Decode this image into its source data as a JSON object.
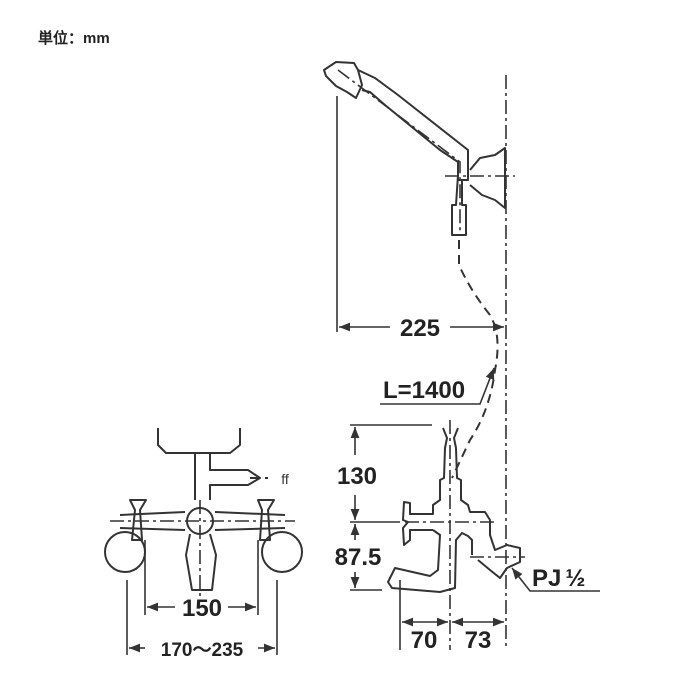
{
  "unit_label": "単位：mm",
  "dimensions": {
    "shower_reach": "225",
    "hose_length": "L=1400",
    "spout_height_upper": "130",
    "spout_height_lower": "87.5",
    "spout_depth": "70",
    "wall_offset": "73",
    "pipe_thread": "PJ",
    "pipe_thread_size": "½",
    "handle_centers": "150",
    "mount_range": "170～235"
  }
}
